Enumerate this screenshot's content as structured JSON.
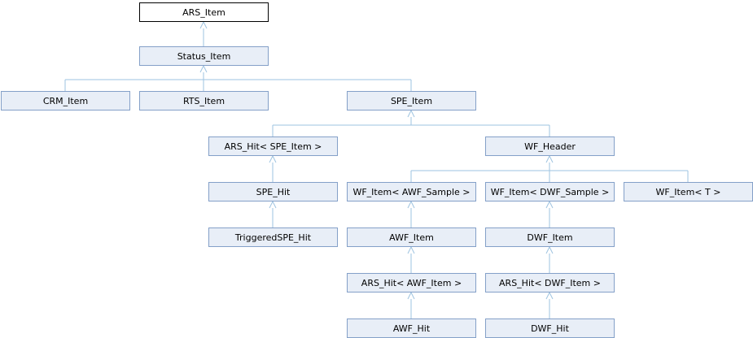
{
  "style": {
    "node_fill": "#e8eef7",
    "node_border": "#84a0c8",
    "root_fill": "#ffffff",
    "root_border": "#000000",
    "edge_color": "#9ec3e0"
  },
  "nodes": [
    {
      "id": "ars_item",
      "label": "ARS_Item",
      "root": true
    },
    {
      "id": "status_item",
      "label": "Status_Item"
    },
    {
      "id": "crm_item",
      "label": "CRM_Item"
    },
    {
      "id": "rts_item",
      "label": "RTS_Item"
    },
    {
      "id": "spe_item",
      "label": "SPE_Item"
    },
    {
      "id": "ars_hit_spe_item",
      "label": "ARS_Hit< SPE_Item >"
    },
    {
      "id": "wf_header",
      "label": "WF_Header"
    },
    {
      "id": "spe_hit",
      "label": "SPE_Hit"
    },
    {
      "id": "wf_item_awf_sample",
      "label": "WF_Item< AWF_Sample >"
    },
    {
      "id": "wf_item_dwf_sample",
      "label": "WF_Item< DWF_Sample >"
    },
    {
      "id": "wf_item_t",
      "label": "WF_Item< T >"
    },
    {
      "id": "triggered_spe_hit",
      "label": "TriggeredSPE_Hit"
    },
    {
      "id": "awf_item",
      "label": "AWF_Item"
    },
    {
      "id": "dwf_item",
      "label": "DWF_Item"
    },
    {
      "id": "ars_hit_awf_item",
      "label": "ARS_Hit< AWF_Item >"
    },
    {
      "id": "ars_hit_dwf_item",
      "label": "ARS_Hit< DWF_Item >"
    },
    {
      "id": "awf_hit",
      "label": "AWF_Hit"
    },
    {
      "id": "dwf_hit",
      "label": "DWF_Hit"
    }
  ],
  "edges": [
    {
      "parent": "ars_item",
      "child": "status_item"
    },
    {
      "parent": "status_item",
      "child": "crm_item"
    },
    {
      "parent": "status_item",
      "child": "rts_item"
    },
    {
      "parent": "status_item",
      "child": "spe_item"
    },
    {
      "parent": "spe_item",
      "child": "ars_hit_spe_item"
    },
    {
      "parent": "spe_item",
      "child": "wf_header"
    },
    {
      "parent": "ars_hit_spe_item",
      "child": "spe_hit"
    },
    {
      "parent": "spe_hit",
      "child": "triggered_spe_hit"
    },
    {
      "parent": "wf_header",
      "child": "wf_item_awf_sample"
    },
    {
      "parent": "wf_header",
      "child": "wf_item_dwf_sample"
    },
    {
      "parent": "wf_header",
      "child": "wf_item_t"
    },
    {
      "parent": "wf_item_awf_sample",
      "child": "awf_item"
    },
    {
      "parent": "wf_item_dwf_sample",
      "child": "dwf_item"
    },
    {
      "parent": "awf_item",
      "child": "ars_hit_awf_item"
    },
    {
      "parent": "dwf_item",
      "child": "ars_hit_dwf_item"
    },
    {
      "parent": "ars_hit_awf_item",
      "child": "awf_hit"
    },
    {
      "parent": "ars_hit_dwf_item",
      "child": "dwf_hit"
    }
  ]
}
